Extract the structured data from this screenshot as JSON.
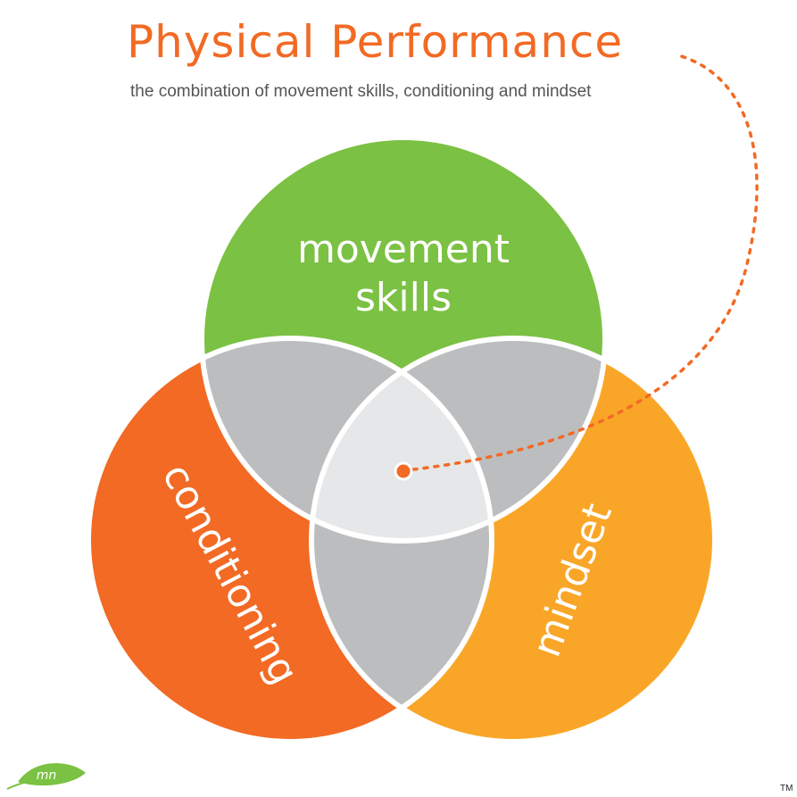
{
  "header": {
    "title": "Physical Performance",
    "subtitle": "the combination of movement skills, conditioning and mindset"
  },
  "diagram": {
    "sets": [
      {
        "id": "movement-skills",
        "lines": [
          "movement",
          "skills"
        ],
        "color": "#7bc143"
      },
      {
        "id": "conditioning",
        "lines": [
          "conditioning"
        ],
        "color": "#f26a24"
      },
      {
        "id": "mindset",
        "lines": [
          "mindset"
        ],
        "color": "#f9a628"
      }
    ],
    "overlap_color": "#bcbdbf",
    "center_color": "#e6e7e8",
    "connector_color": "#f26a24"
  },
  "footer": {
    "logo_text": "mn",
    "trademark": "TM"
  }
}
